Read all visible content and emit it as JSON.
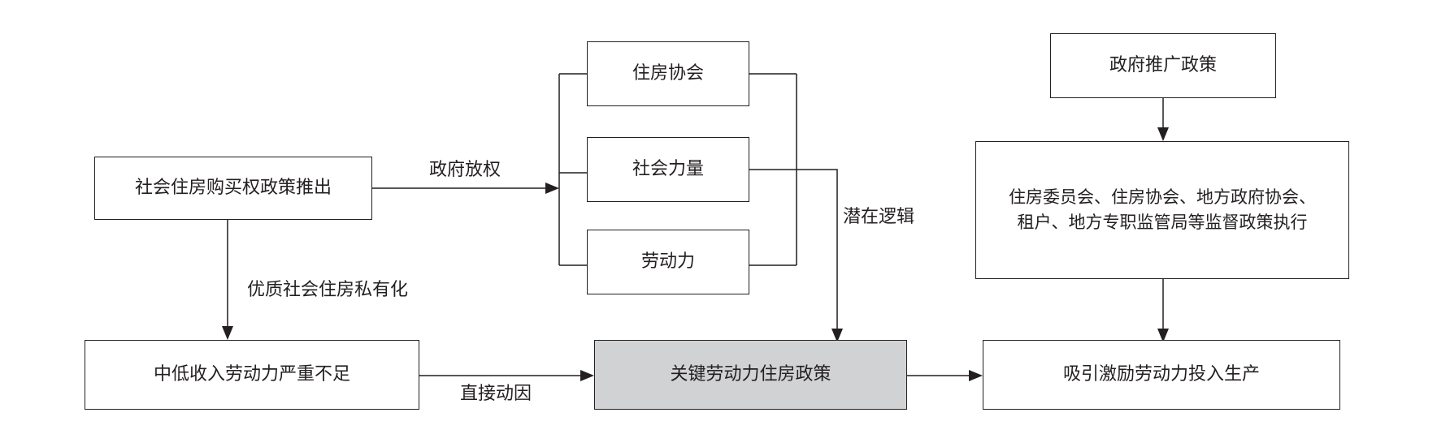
{
  "nodes": {
    "social_purchase": "社会住房购买权政策推出",
    "housing_association": "住房协会",
    "social_forces": "社会力量",
    "labor_force": "劳动力",
    "gov_promote": "政府推广政策",
    "supervisors": [
      "住房委员会、住房协会、地方政府协会、",
      "租户、地方专职监管局等监督政策执行"
    ],
    "shortage": "中低收入劳动力严重不足",
    "key_policy": "关键劳动力住房政策",
    "attract": "吸引激励劳动力投入生产"
  },
  "edge_labels": {
    "decentralize": "政府放权",
    "privatize": "优质社会住房私有化",
    "latent_logic": "潜在逻辑",
    "direct_cause": "直接动因"
  },
  "colors": {
    "key_fill": "#d1d2d4",
    "line": "#231f20"
  }
}
